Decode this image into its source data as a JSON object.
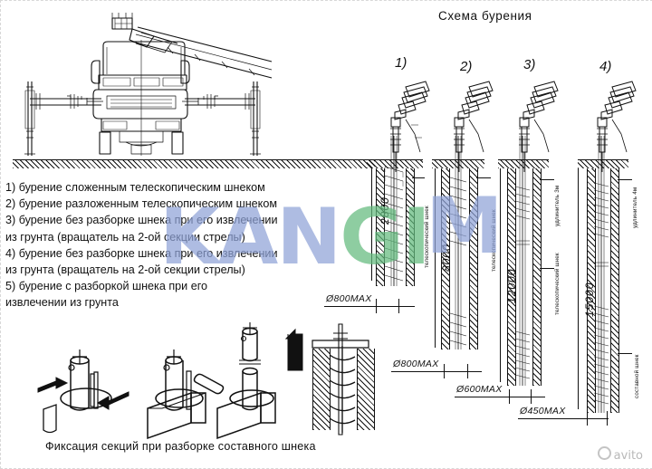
{
  "title": "Схема  бурения",
  "columns": [
    {
      "num": "1)",
      "depth": "2800",
      "diameter": "Ø800MAX",
      "auger_label": "телескопический  шнек",
      "extender": ""
    },
    {
      "num": "2)",
      "depth": "8000",
      "diameter": "Ø800MAX",
      "auger_label": "телескопический  шнек",
      "extender": ""
    },
    {
      "num": "3)",
      "depth": "12000",
      "diameter": "Ø600MAX",
      "auger_label": "телескопический  шнек",
      "extender": "удлинитель 3м"
    },
    {
      "num": "4)",
      "depth": "15000",
      "diameter": "Ø450MAX",
      "auger_label": "составной  шнек",
      "extender": "удлинитель 4м"
    }
  ],
  "legend": [
    "1) бурение сложенным телескопическим шнеком",
    "2) бурение разложенным телескопическим шнеком",
    "3) бурение без разборке шнека при его извлечении",
    "из грунта (вращатель на 2-ой секции стрелы)",
    "4) бурение без разборке шнека при его извлечении",
    "из грунта (вращатель на 2-ой секции стрелы)",
    "5) бурение с разборкой шнека при его",
    "извлечении из грунта"
  ],
  "caption": "Фиксация секций при разборке составного шнека",
  "dimensions": {
    "col1_depth": "2800",
    "col1_diameter": "Ø800MAX",
    "col2_depth": "8000",
    "col2_diameter": "Ø800MAX",
    "col3_depth": "12000",
    "col3_diameter": "Ø600MAX",
    "col4_depth": "15000",
    "col4_diameter": "Ø450MAX"
  },
  "labels": {
    "telescopic_auger": "телескопический  шнек",
    "composite_auger": "составной  шнек",
    "extender_3m": "удлинитель 3м",
    "extender_4m": "удлинитель 4м"
  },
  "watermark": {
    "part1": "KAN",
    "part2": "GI",
    "part3": "M"
  },
  "footer_brand": "avito"
}
